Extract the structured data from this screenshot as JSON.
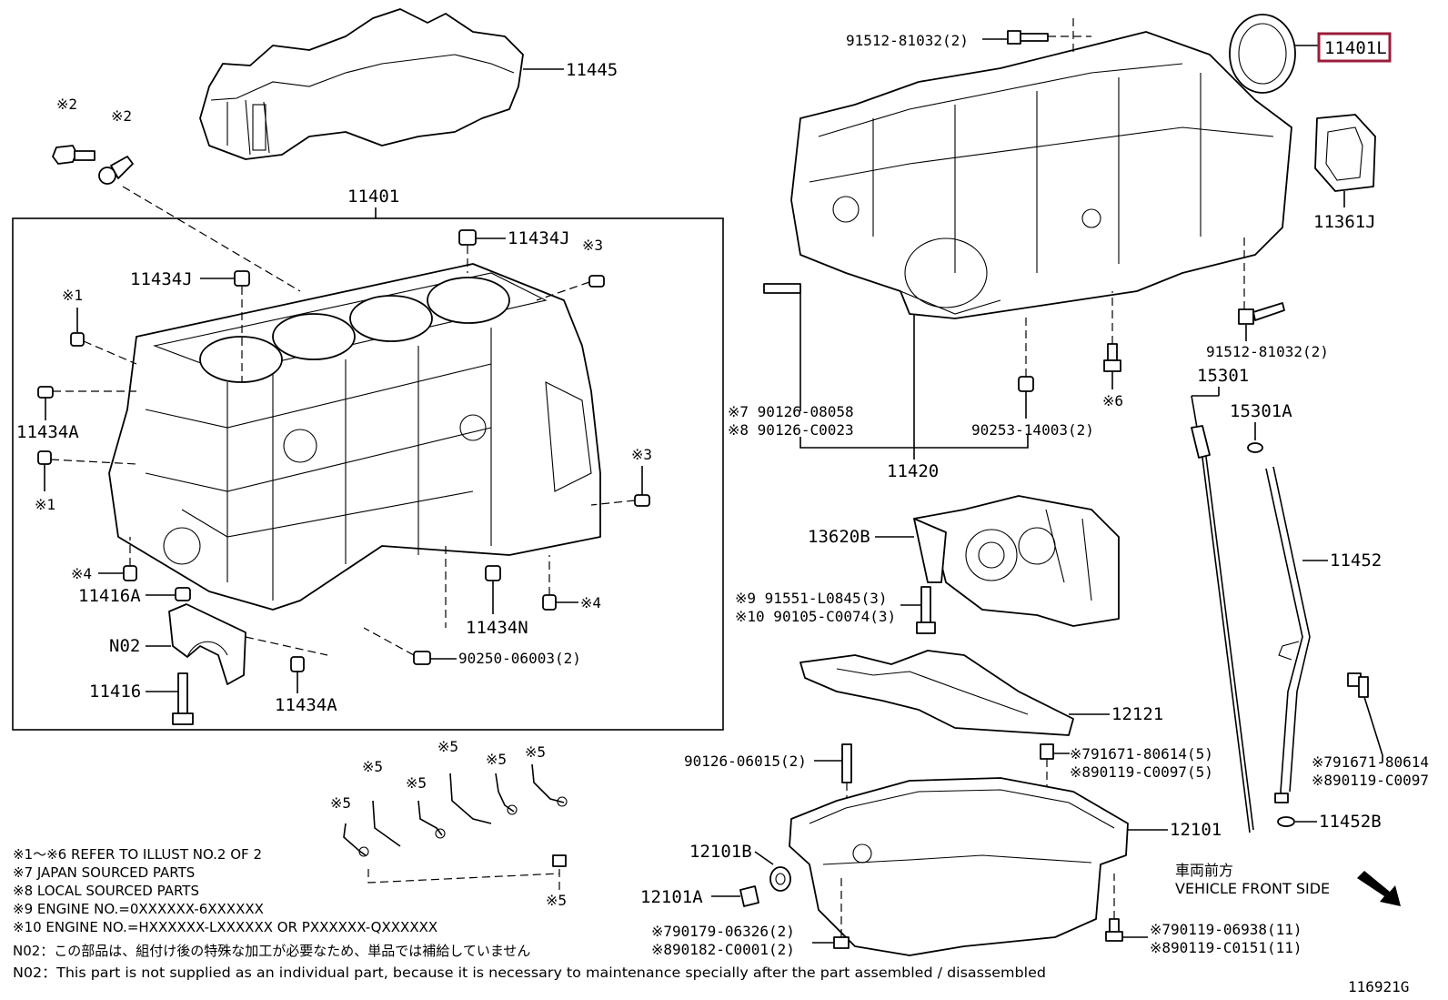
{
  "diagram": {
    "figure_id": "116921G",
    "highlight_color": "#9b1c3b",
    "labels": {
      "p11445": "11445",
      "p11401_group": "11401",
      "p11434J_top": "11434J",
      "p11434J_left": "11434J",
      "p11434A_left": "11434A",
      "p11434A_bottom": "11434A",
      "p11416A": "11416A",
      "p11416": "11416",
      "pN02": "N02",
      "p11434N": "11434N",
      "p90250": "90250-06003(2)",
      "p91512_top": "91512-81032(2)",
      "p11401L": "11401L",
      "p11361J": "11361J",
      "p91512_right": "91512-81032(2)",
      "p15301": "15301",
      "p15301A": "15301A",
      "p90126_08058": "※7 90126-08058",
      "p90126_C0023": "※8 90126-C0023",
      "p90253": "90253-14003(2)",
      "p11420": "11420",
      "p13620B": "13620B",
      "p91551": "※9  91551-L0845(3)",
      "p90105": "※10 90105-C0074(3)",
      "p11452": "11452",
      "p12121": "12121",
      "p90126_06015": "90126-06015(2)",
      "p91671_mid": "※791671-80614(5)",
      "p90119_C0097_mid": "※890119-C0097(5)",
      "p91671_right": "※791671-80614",
      "p90119_C0097_right": "※890119-C0097",
      "p12101": "12101",
      "p11452B": "11452B",
      "p12101B": "12101B",
      "p12101A": "12101A",
      "p90179": "※790179-06326(2)",
      "p90182": "※890182-C0001(2)",
      "p90119_06938": "※790119-06938(11)",
      "p90119_C0151": "※890119-C0151(11)",
      "front_jp": "車両前方",
      "front_en": "VEHICLE FRONT SIDE",
      "ref1": "※1",
      "ref1b": "※1",
      "ref2a": "※2",
      "ref2b": "※2",
      "ref3a": "※3",
      "ref3b": "※3",
      "ref4a": "※4",
      "ref4b": "※4",
      "ref5a": "※5",
      "ref5b": "※5",
      "ref5c": "※5",
      "ref5d": "※5",
      "ref5e": "※5",
      "ref5f": "※5",
      "ref5g": "※5",
      "ref6": "※6"
    },
    "notes": [
      "※1～※6  REFER TO ILLUST NO.2 OF 2",
      "※7 JAPAN SOURCED PARTS",
      "※8 LOCAL SOURCED PARTS",
      "※9 ENGINE NO.=0XXXXXX-6XXXXXX",
      "※10 ENGINE NO.=HXXXXXX-LXXXXXX OR PXXXXXX-QXXXXXX",
      "N02：この部品は、組付け後の特殊な加工が必要なため、単品では補給していません",
      "N02：This part is not supplied as an individual part, because it is necessary to maintenance specially after the part assembled / disassembled"
    ]
  }
}
